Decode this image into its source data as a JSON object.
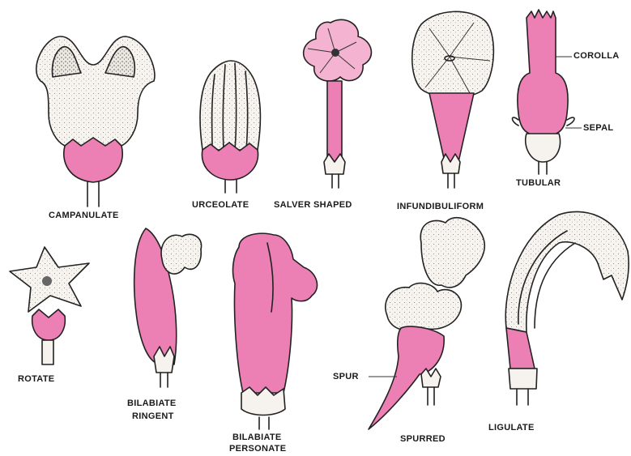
{
  "colors": {
    "pink": "#ec7fb3",
    "pink_light": "#f4b3d1",
    "petal": "#f6f3ee",
    "ink": "#222222"
  },
  "labels": {
    "campanulate": "CAMPANULATE",
    "urceolate": "URCEOLATE",
    "salver_shaped": "SALVER SHAPED",
    "infundibuliform": "INFUNDIBULIFORM",
    "tubular": "TUBULAR",
    "corolla": "COROLLA",
    "sepal": "SEPAL",
    "rotate": "ROTATE",
    "bilabiate_ringent_1": "BILABIATE",
    "bilabiate_ringent_2": "RINGENT",
    "bilabiate_personate_1": "BILABIATE",
    "bilabiate_personate_2": "PERSONATE",
    "spur": "SPUR",
    "spurred": "SPURRED",
    "ligulate": "LIGULATE"
  }
}
